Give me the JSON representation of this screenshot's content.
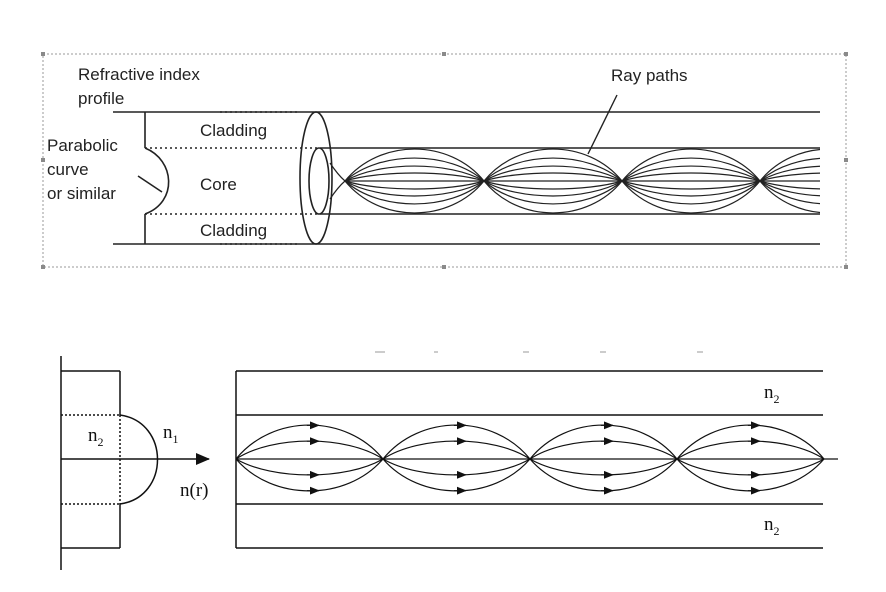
{
  "top_figure": {
    "labels": {
      "refractive_index_profile_line1": "Refractive index",
      "refractive_index_profile_line2": "profile",
      "parabolic_line1": "Parabolic",
      "parabolic_line2": "curve",
      "parabolic_line3": "or similar",
      "cladding_top": "Cladding",
      "core": "Core",
      "cladding_bottom": "Cladding",
      "ray_paths": "Ray paths"
    }
  },
  "bottom_figure": {
    "labels": {
      "n2_profile_base": "n",
      "n2_profile_sub": "2",
      "n1_base": "n",
      "n1_sub": "1",
      "n_r": "n(r)",
      "n2_top_base": "n",
      "n2_top_sub": "2",
      "n2_bottom_base": "n",
      "n2_bottom_sub": "2"
    }
  },
  "colors": {
    "line": "#111111",
    "selection_handle": "#888888"
  }
}
